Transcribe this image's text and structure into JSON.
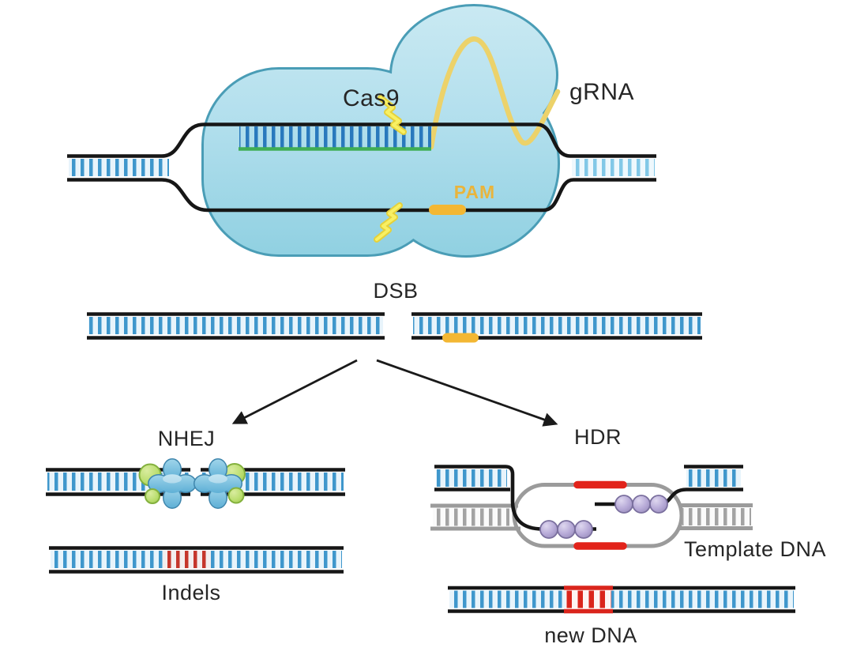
{
  "figure": {
    "name": "CRISPR-Cas9 genome editing diagram",
    "labels": {
      "cas9": "Cas9",
      "grna": "gRNA",
      "pam": "PAM",
      "dsb": "DSB",
      "nhej": "NHEJ",
      "hdr": "HDR",
      "indels": "Indels",
      "template_dna": "Template DNA",
      "new_dna": "new DNA"
    },
    "colors": {
      "protein_fill_top": "#c9e9f2",
      "protein_fill_bottom": "#8fd0e1",
      "protein_border": "#4a9db6",
      "dna_strand_black": "#161616",
      "dna_rung_blue": "#3f97cc",
      "dna_rung_light_blue": "#82c8e7",
      "dna_rung_dark_blue": "#2979bd",
      "grna_yellow": "#ecd26a",
      "pam_yellow": "#f3b733",
      "pairing_green": "#3fae55",
      "template_gray": "#9b9b9b",
      "repair_red": "#e2231a",
      "indel_red": "#c5372c",
      "new_dna_red": "#da251c",
      "bead_purple": "#b5a8d6",
      "nhej_protein_blue": "#7cc3e2",
      "nhej_protein_green": "#b9dd6d"
    }
  }
}
